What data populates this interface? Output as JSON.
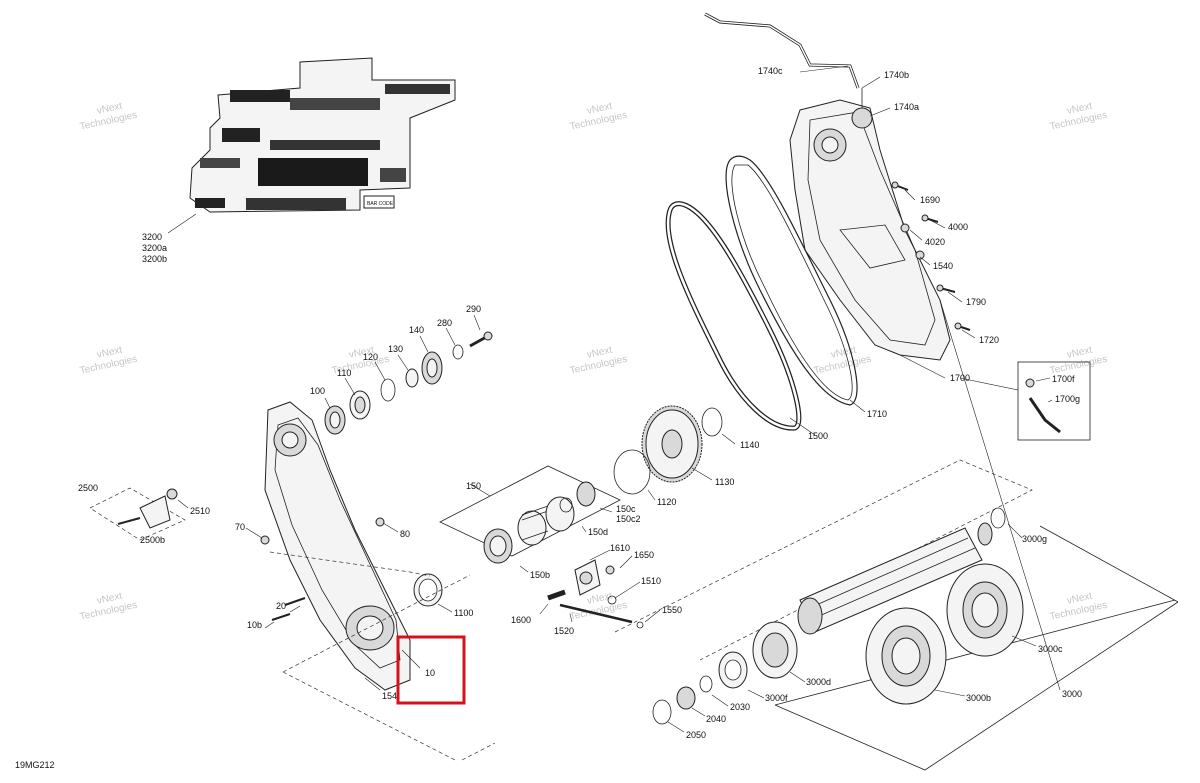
{
  "diagram": {
    "reference_code": "19MG212",
    "watermark_lines": [
      "vNext",
      "Technologies"
    ],
    "highlight_color": "#d6111b",
    "labels": {
      "p3200": "3200",
      "p3200a": "3200a",
      "p3200b": "3200b",
      "p1740c": "1740c",
      "p1740b": "1740b",
      "p1740a": "1740a",
      "p1690": "1690",
      "p4000": "4000",
      "p4020": "4020",
      "p1540": "1540",
      "p1790": "1790",
      "p1720": "1720",
      "p1700": "1700",
      "p1700f": "1700f",
      "p1700g": "1700g",
      "p1710": "1710",
      "p1500": "1500",
      "p1140": "1140",
      "p1130": "1130",
      "p1120": "1120",
      "p290": "290",
      "p280": "280",
      "p140": "140",
      "p130": "130",
      "p120": "120",
      "p110": "110",
      "p100": "100",
      "p150": "150",
      "p150c": "150c",
      "p150c2": "150c2",
      "p150d": "150d",
      "p150b": "150b",
      "p2500": "2500",
      "p2510": "2510",
      "p2500b": "2500b",
      "p70": "70",
      "p80": "80",
      "p1610": "1610",
      "p1650": "1650",
      "p1510": "1510",
      "p1550": "1550",
      "p1600": "1600",
      "p1520": "1520",
      "p1100": "1100",
      "p20": "20",
      "p10b": "10b",
      "p10": "10",
      "p154": "154",
      "p3000g": "3000g",
      "p3000c": "3000c",
      "p3000d": "3000d",
      "p3000b": "3000b",
      "p3000f": "3000f",
      "p3000": "3000",
      "p2030": "2030",
      "p2040": "2040",
      "p2050": "2050"
    }
  }
}
